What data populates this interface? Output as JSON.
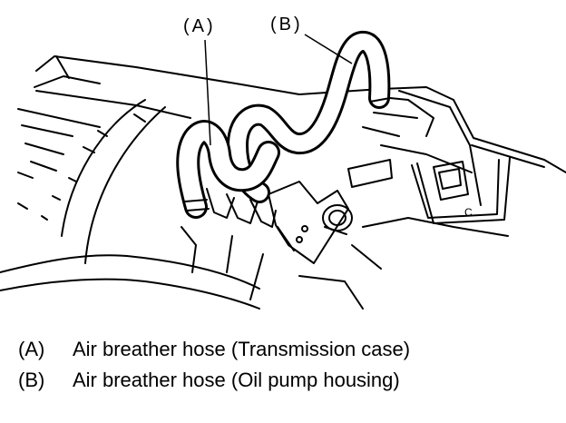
{
  "diagram": {
    "callouts": [
      {
        "label": "(A)"
      },
      {
        "label": "(B)"
      }
    ],
    "bracket_mark": "C",
    "legend": [
      {
        "key": "(A)",
        "text": "Air breather hose (Transmission case)"
      },
      {
        "key": "(B)",
        "text": "Air breather hose (Oil pump housing)"
      }
    ]
  }
}
